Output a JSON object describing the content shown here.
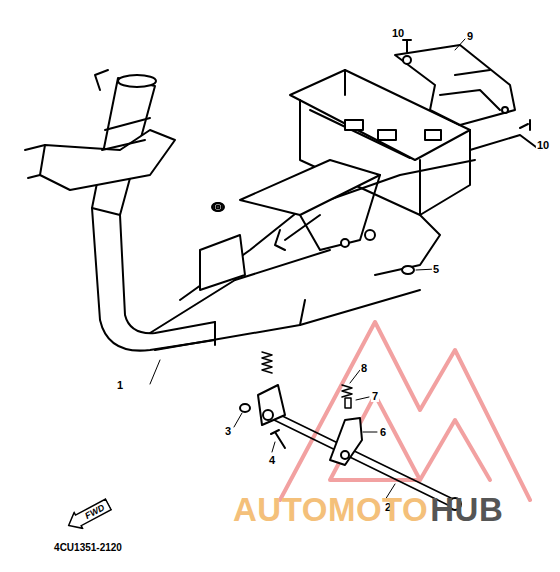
{
  "diagram": {
    "nodes": [
      {
        "text": [
          "FWD"
        ]
      }
    ],
    "labels": [
      "10",
      "9",
      "10",
      "5",
      "1",
      "8",
      "7",
      "3",
      "6",
      "4",
      "2",
      "AUTOMOTO",
      "HUB",
      "4CU1351-2120"
    ]
  }
}
